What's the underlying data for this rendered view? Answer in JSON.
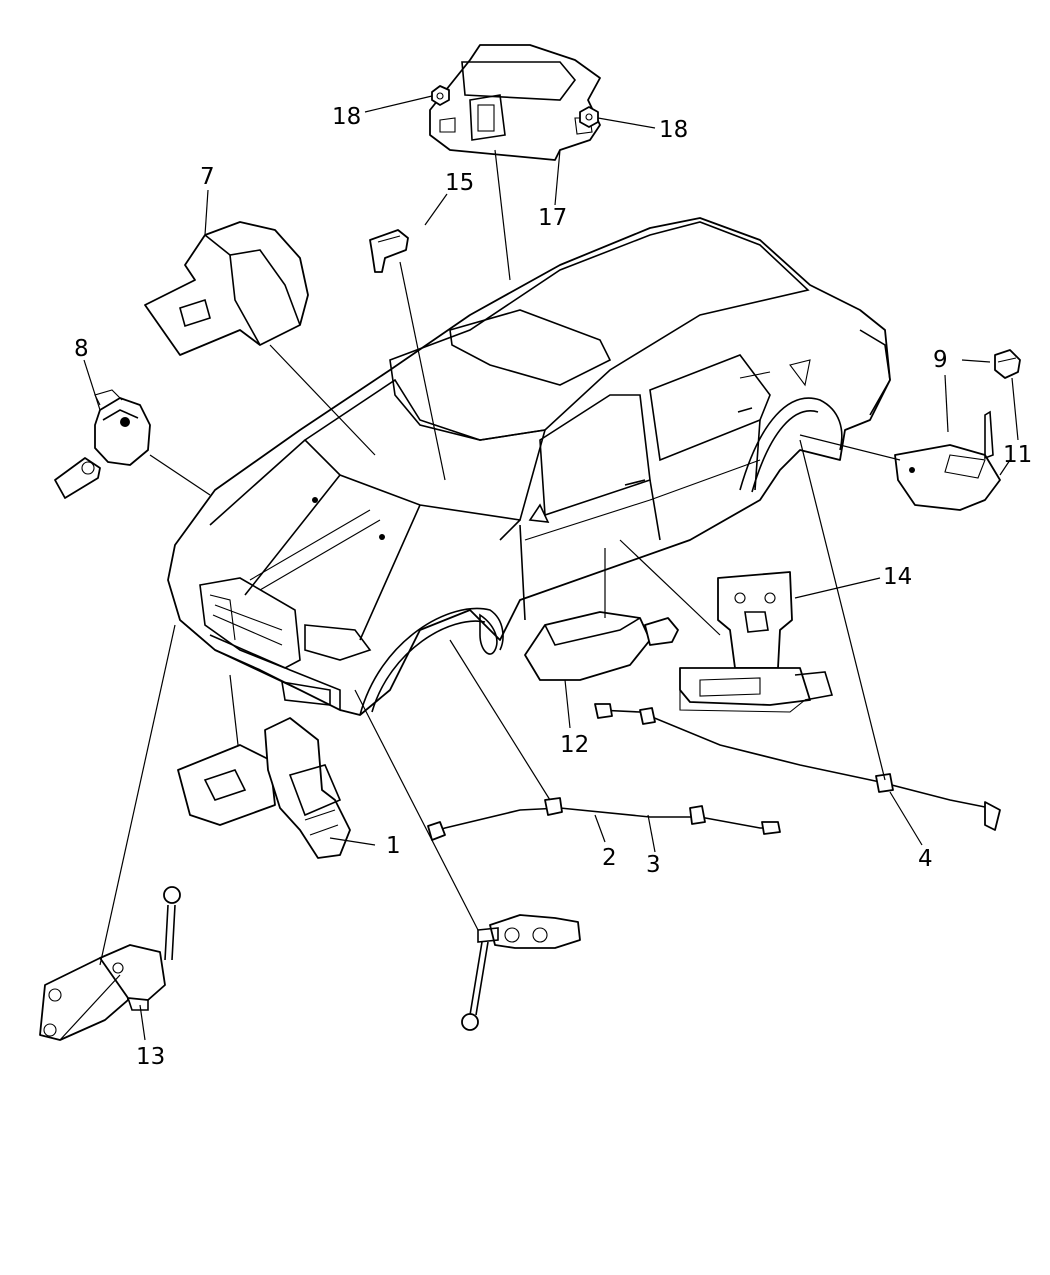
{
  "callouts": {
    "c1": "1",
    "c2": "2",
    "c3": "3",
    "c4": "4",
    "c7": "7",
    "c8": "8",
    "c9": "9",
    "c11": "11",
    "c12": "12",
    "c13": "13",
    "c14": "14",
    "c15": "15",
    "c17": "17",
    "c18_left": "18",
    "c18_right": "18"
  }
}
